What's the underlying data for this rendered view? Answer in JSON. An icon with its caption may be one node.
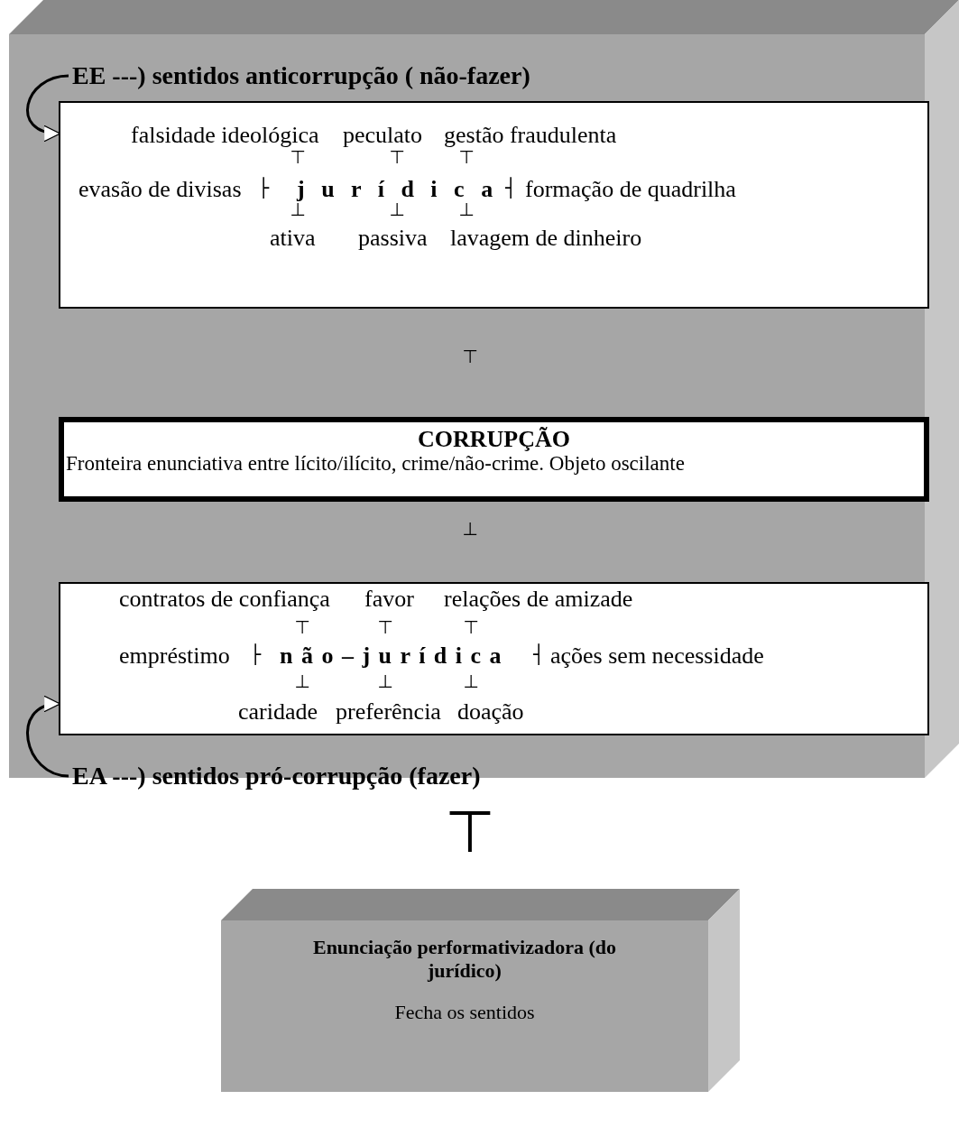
{
  "diagram": {
    "nodes": [
      {
        "text": [],
        "shape": "box"
      },
      {
        "text": [
          "EE ---) sentidos anticorrupção ( não-fazer)"
        ],
        "in": 0
      },
      {
        "text": [
          "falsidade ideológica",
          "peculato",
          "gestão fraudulenta",
          "evasão de divisas",
          "j u r í d i c a",
          "formação de quadrilha",
          "ativa",
          "passiva",
          "lavagem de dinheiro"
        ],
        "in": 0
      },
      {
        "text": [
          "CORRUPÇÃO",
          "Fronteira enunciativa entre lícito/ilícito, crime/não-crime. Objeto oscilante"
        ],
        "in": 0
      },
      {
        "text": [
          "contratos de confiança",
          "favor",
          "relações de amizade",
          "empréstimo",
          "n ã o – j u r í d i c a",
          "ações sem necessidade",
          "caridade",
          "preferência",
          "doação"
        ],
        "in": 0
      },
      {
        "text": [
          "EA ---) sentidos pró-corrupção (fazer)"
        ],
        "in": 0
      },
      {
        "text": [
          "Enunciação performativizadora (do jurídico)",
          "Fecha os sentidos"
        ]
      }
    ],
    "edges": [
      {
        "from": 1,
        "to": 2,
        "arrow": "to"
      },
      {
        "from": 5,
        "to": 4,
        "arrow": "to"
      }
    ],
    "labels": [
      "⊤",
      "⊤",
      "⊤",
      "├",
      "┤",
      "⊥",
      "⊥",
      "⊥",
      "⊤",
      "⊥",
      "⊤",
      "⊤",
      "⊤",
      "├",
      "┤",
      "⊥",
      "⊥",
      "⊥",
      "⊤"
    ]
  }
}
